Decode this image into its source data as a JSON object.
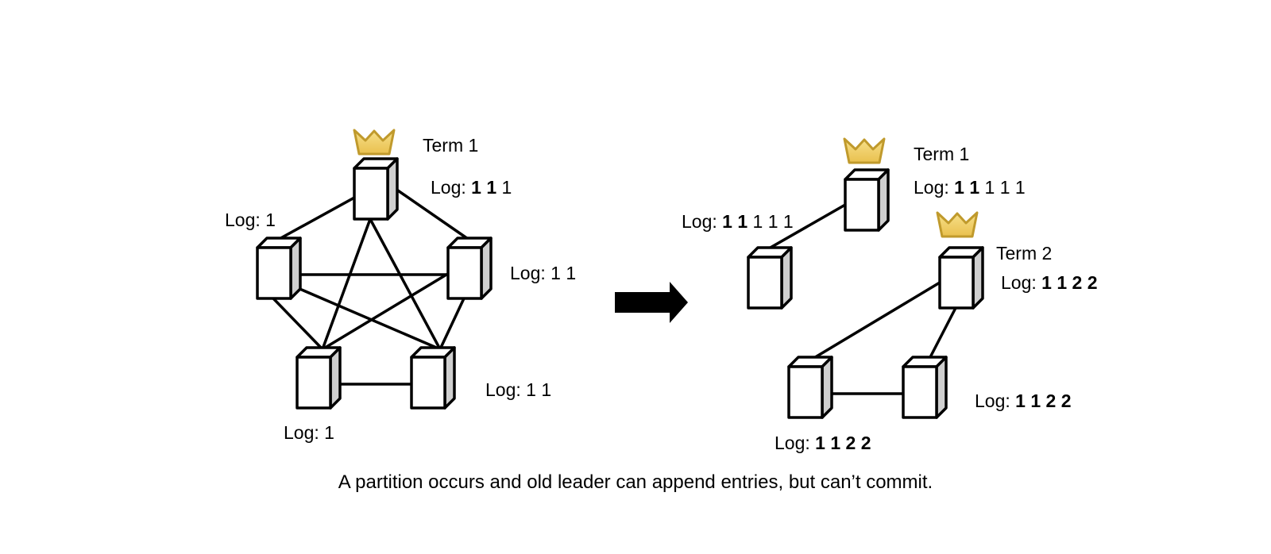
{
  "left": {
    "leader_term": "Term 1",
    "logs": {
      "top": {
        "prefix": "Log:",
        "committed": "1 1",
        "rest": "1"
      },
      "left": {
        "prefix": "Log:",
        "committed": "",
        "rest": "1"
      },
      "right": {
        "prefix": "Log:",
        "committed": "",
        "rest": "1 1"
      },
      "bottom_right": {
        "prefix": "Log:",
        "committed": "",
        "rest": "1 1"
      },
      "bottom_left": {
        "prefix": "Log:",
        "committed": "",
        "rest": "1"
      }
    }
  },
  "right": {
    "old_leader_term": "Term 1",
    "new_leader_term": "Term 2",
    "logs": {
      "old_leader": {
        "prefix": "Log:",
        "committed": "1 1",
        "rest": "1 1 1"
      },
      "old_follower": {
        "prefix": "Log:",
        "committed": "1 1",
        "rest": "1 1 1"
      },
      "new_leader": {
        "prefix": "Log:",
        "committed": "1 1 2 2",
        "rest": ""
      },
      "bottom_right": {
        "prefix": "Log:",
        "committed": "1 1 2 2",
        "rest": ""
      },
      "bottom_left": {
        "prefix": "Log:",
        "committed": "1 1 2 2",
        "rest": ""
      }
    }
  },
  "caption": "A partition occurs and old leader can append entries, but can’t commit.",
  "icons": {
    "server": "server-icon",
    "crown": "crown-icon",
    "arrow": "arrow-right-icon"
  },
  "colors": {
    "crown_fill": "#f2d56b",
    "crown_stroke": "#c09a2c",
    "server_side": "#cfcfcf",
    "stroke": "#000000"
  }
}
